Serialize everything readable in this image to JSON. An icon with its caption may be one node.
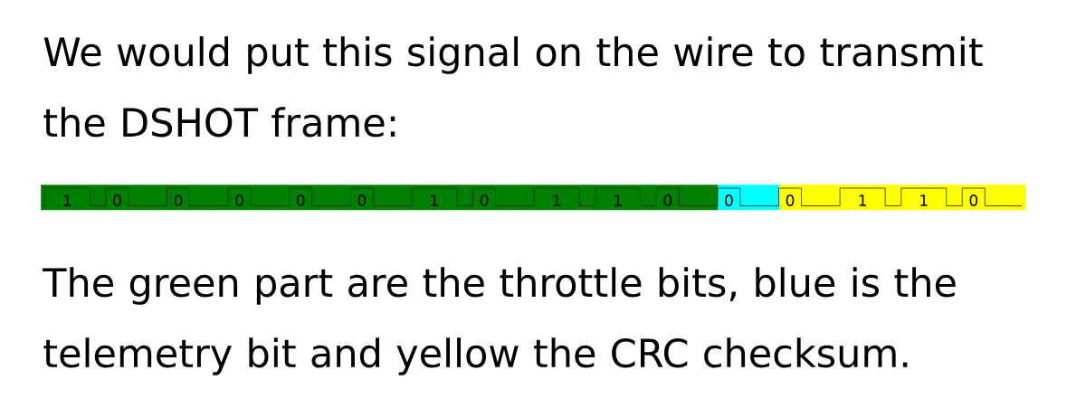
{
  "diagram": {
    "nodes": [
      {
        "text": [
          "1",
          "0",
          "0",
          "0",
          "0",
          "0",
          "1",
          "0",
          "1",
          "1",
          "0"
        ]
      },
      {
        "text": [
          "0"
        ]
      },
      {
        "text": [
          "0",
          "1",
          "1",
          "0"
        ]
      }
    ],
    "labels": [
      "We would put this signal on the wire to transmit the DSHOT frame:",
      "The green part are the throttle bits, blue is the telemetry bit and yellow the CRC checksum."
    ]
  }
}
